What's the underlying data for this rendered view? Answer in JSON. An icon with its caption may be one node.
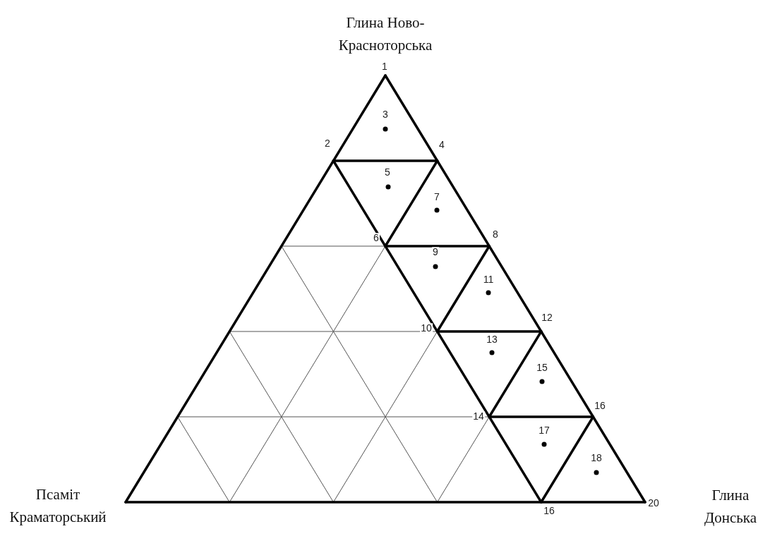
{
  "diagram": {
    "labels": [
      "Глина Ново-Красноторська",
      "1",
      "3",
      "2",
      "4",
      "5",
      "7",
      "6",
      "8",
      "9",
      "11",
      "10",
      "12",
      "13",
      "15",
      "16",
      "14",
      "17",
      "18",
      "Псаміт Краматорський",
      "20",
      "16",
      "Глина Донська"
    ]
  }
}
